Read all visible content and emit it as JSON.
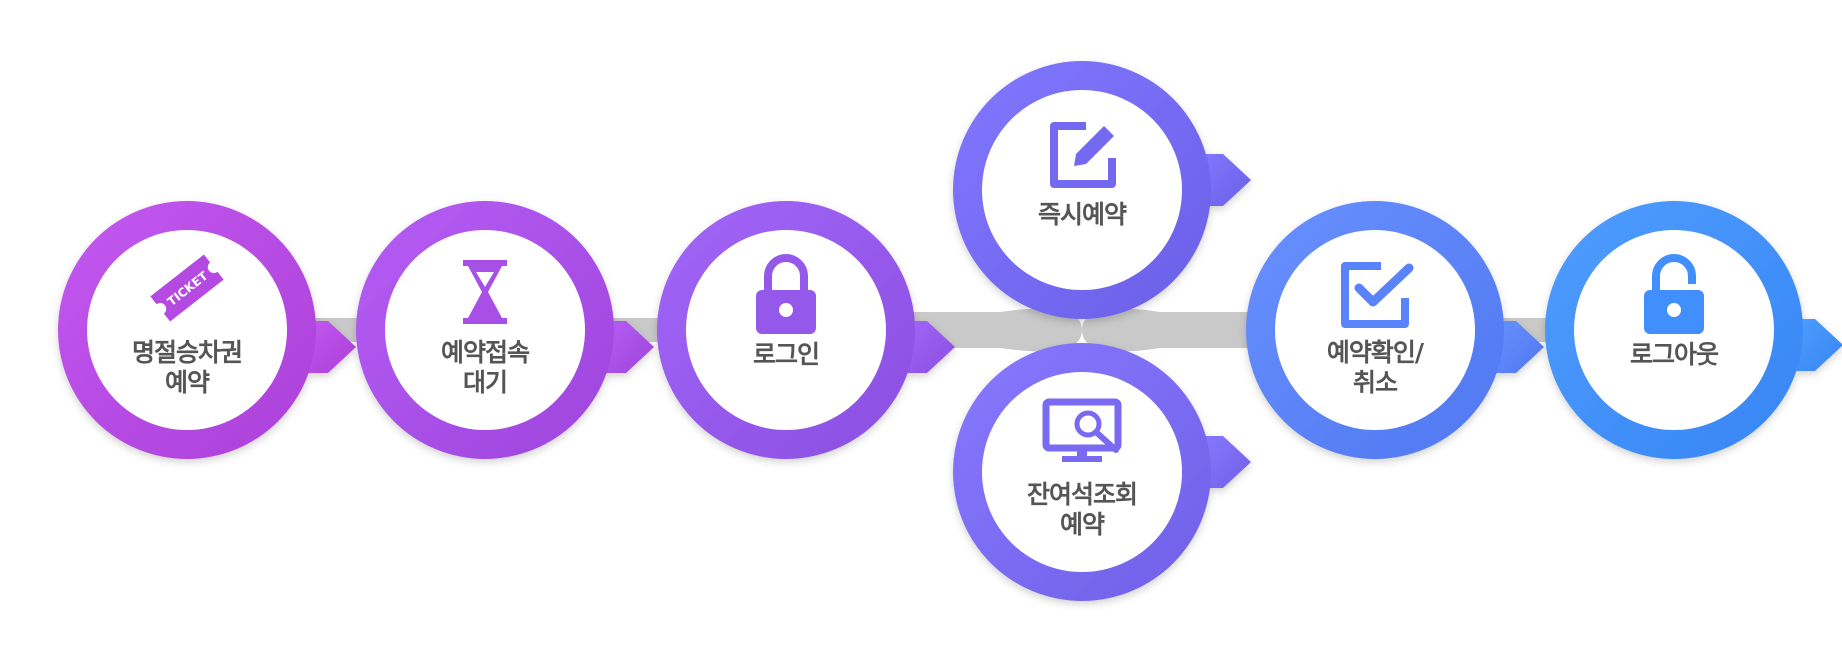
{
  "colors": {
    "connector": "#c9c9c9",
    "label": "#555555",
    "gradient_start": "#b54ae2",
    "gradient_mid": "#7d66ee",
    "gradient_end": "#418ffd"
  },
  "steps": [
    {
      "id": "holiday-ticket",
      "lines": [
        "명절승차권",
        "예약"
      ],
      "icon": "ticket-icon",
      "icon_text": "TICKET",
      "color": "#b54ae2"
    },
    {
      "id": "waiting",
      "lines": [
        "예약접속",
        "대기"
      ],
      "icon": "hourglass-icon",
      "color": "#a74fe6"
    },
    {
      "id": "login",
      "lines": [
        "로그인"
      ],
      "icon": "lock-closed-icon",
      "color": "#9458ea"
    },
    {
      "id": "instant-reservation",
      "lines": [
        "즉시예약"
      ],
      "icon": "edit-icon",
      "color": "#7469f1"
    },
    {
      "id": "seat-inquiry",
      "lines": [
        "잔여석조회",
        "예약"
      ],
      "icon": "monitor-search-icon",
      "color": "#7a6af1"
    },
    {
      "id": "confirm-cancel",
      "lines": [
        "예약확인/",
        "취소"
      ],
      "icon": "checkbox-icon",
      "color": "#5a82fa"
    },
    {
      "id": "logout",
      "lines": [
        "로그아웃"
      ],
      "icon": "lock-open-icon",
      "color": "#418ffd"
    }
  ]
}
